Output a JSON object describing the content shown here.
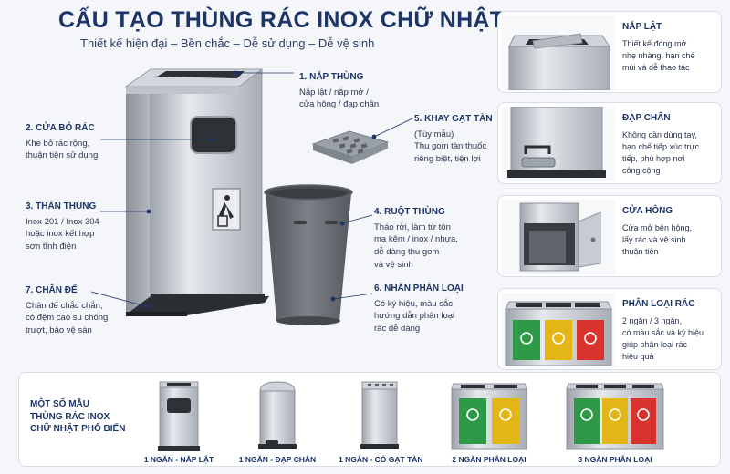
{
  "header": {
    "title": "CẤU TẠO THÙNG RÁC INOX CHỮ NHẬT",
    "subtitle": "Thiết kế hiện đại – Bền chắc – Dễ sử dụng – Dễ vệ sinh"
  },
  "callouts": [
    {
      "title": "1. NẮP THÙNG",
      "text": [
        "Nắp lật / nắp mở /",
        "cửa hông / đạp chân"
      ]
    },
    {
      "title": "2. CỬA BỎ RÁC",
      "text": [
        "Khe bỏ rác rộng,",
        "thuận tiện sử dụng"
      ]
    },
    {
      "title": "3. THÂN THÙNG",
      "text": [
        "Inox 201 / Inox 304",
        "hoặc inox kết hợp",
        "sơn tĩnh điện"
      ]
    },
    {
      "title": "4. RUỘT THÙNG",
      "text": [
        "Tháo rời, làm từ tôn",
        "mạ kẽm / inox / nhựa,",
        "dễ dàng thu gom",
        "và vệ sinh"
      ]
    },
    {
      "title": "5. KHAY GẠT TÀN",
      "text": [
        "(Tùy mẫu)",
        "Thu gom tàn thuốc",
        "riêng biệt, tiện lợi"
      ]
    },
    {
      "title": "6. NHÃN PHÂN LOẠI",
      "text": [
        "Có ký hiệu, màu sắc",
        "hướng dẫn phân loại",
        "rác dễ dàng"
      ]
    },
    {
      "title": "7. CHÂN ĐẾ",
      "text": [
        "Chân đế chắc chắn,",
        "có đệm cao su chống",
        "trượt, bảo vệ sàn"
      ]
    }
  ],
  "panels": [
    {
      "title": "NẮP LẬT",
      "text": [
        "Thiết kế đóng mở",
        "nhẹ nhàng, hạn chế",
        "mùi và dễ thao tác"
      ]
    },
    {
      "title": "ĐẠP CHÂN",
      "text": [
        "Không cần dùng tay,",
        "hạn chế tiếp xúc trực",
        "tiếp, phù hợp nơi",
        "công cộng"
      ]
    },
    {
      "title": "CỬA HÔNG",
      "text": [
        "Cửa mở bên hông,",
        "lấy rác và vệ sinh",
        "thuận tiện"
      ]
    },
    {
      "title": "PHÂN LOẠI RÁC",
      "text": [
        "2 ngăn / 3 ngăn,",
        "có màu sắc và ký hiệu",
        "giúp phân loại rác",
        "hiệu quả"
      ]
    }
  ],
  "models": {
    "heading": [
      "MỘT SỐ MẪU",
      "THÙNG RÁC INOX",
      "CHỮ NHẬT PHỔ BIẾN"
    ],
    "items": [
      {
        "label": "1 NGĂN - NẮP LẬT"
      },
      {
        "label": "1 NGĂN - ĐẠP CHÂN"
      },
      {
        "label": "1 NGĂN - CÓ GẠT TÀN"
      },
      {
        "label": "2 NGĂN PHÂN LOẠI"
      },
      {
        "label": "3 NGĂN PHÂN LOẠI"
      }
    ]
  },
  "colors": {
    "navy": "#1d3566",
    "steel": "#b9bec6",
    "bin_green": "#2e9a48",
    "bin_yellow": "#e3b616",
    "bin_red": "#d8332d",
    "inner_gray": "#6b6f76"
  }
}
